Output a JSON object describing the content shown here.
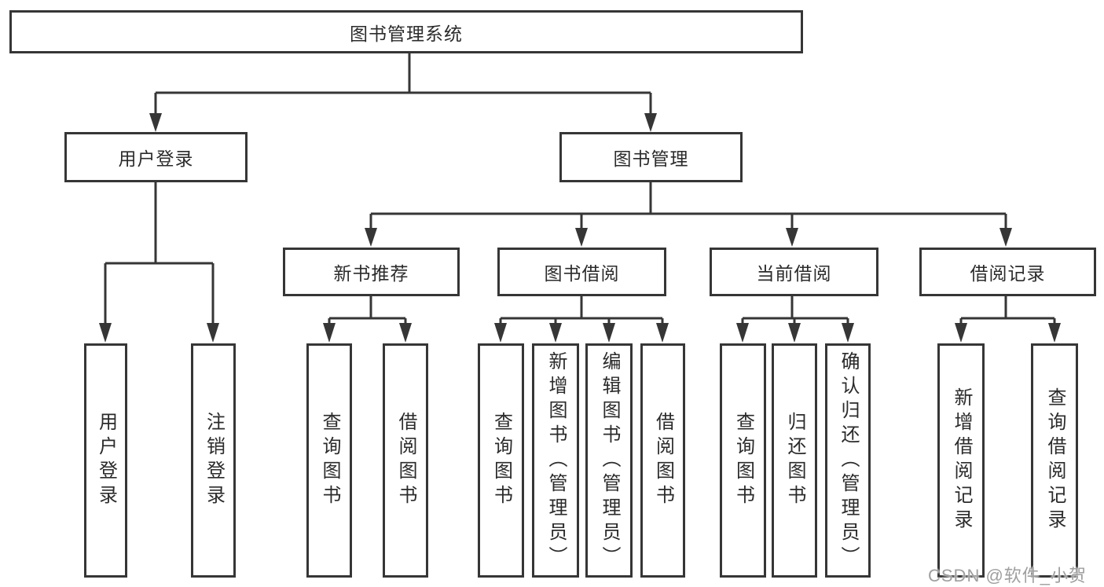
{
  "tree": {
    "root": "图书管理系统",
    "branches": [
      {
        "label": "用户登录",
        "children": [
          "用户登录",
          "注销登录"
        ]
      },
      {
        "label": "图书管理",
        "sections": [
          {
            "label": "新书推荐",
            "children": [
              "查询图书",
              "借阅图书"
            ]
          },
          {
            "label": "图书借阅",
            "children": [
              "查询图书",
              "新增图书（管理员）",
              "编辑图书（管理员）",
              "借阅图书"
            ]
          },
          {
            "label": "当前借阅",
            "children": [
              "查询图书",
              "归还图书",
              "确认归还（管理员）"
            ]
          },
          {
            "label": "借阅记录",
            "children": [
              "新增借阅记录",
              "查询借阅记录"
            ]
          }
        ]
      }
    ]
  },
  "watermark": "CSDN @软件_小贺同学",
  "colors": {
    "line": "#363636",
    "box_fill": "#ffffff",
    "text": "#2b2b2b",
    "watermark": "#9f9f9f"
  }
}
